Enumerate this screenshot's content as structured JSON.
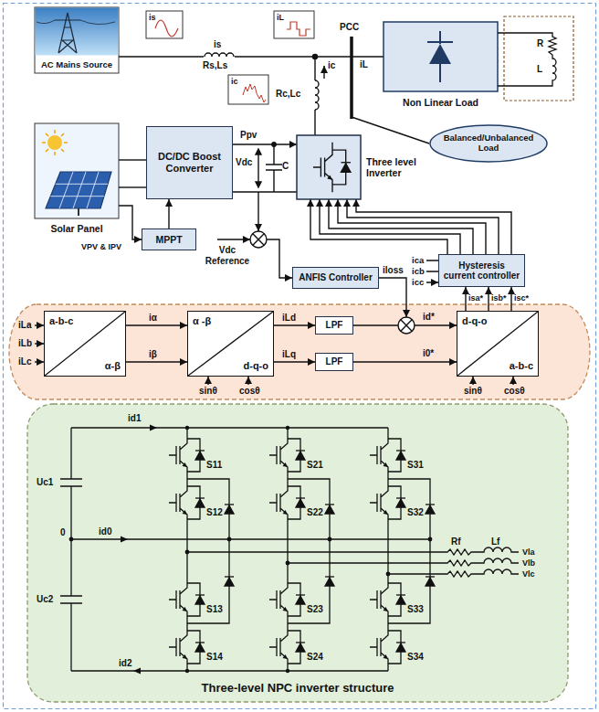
{
  "diagram": {
    "nodes": [
      {
        "text": [
          "AC Mains Source"
        ]
      },
      {
        "text": [
          "Non Linear Load"
        ]
      },
      {
        "text": [
          "Solar Panel"
        ]
      },
      {
        "text": [
          "DC/DC Boost Converter"
        ]
      },
      {
        "text": [
          "Three level Inverter"
        ]
      },
      {
        "text": [
          "Balanced/Unbalanced Load"
        ]
      },
      {
        "text": [
          "MPPT"
        ]
      },
      {
        "text": [
          "ANFIS Controller"
        ]
      },
      {
        "text": [
          "Hysteresis current controller"
        ]
      },
      {
        "text": [
          "a-b-c",
          "α-β"
        ]
      },
      {
        "text": [
          "α -β",
          "d-q-o"
        ]
      },
      {
        "text": [
          "LPF"
        ]
      },
      {
        "text": [
          "LPF"
        ]
      },
      {
        "text": [
          "d-q-o",
          "a-b-c"
        ]
      },
      {
        "text": [
          "Three-level NPC inverter structure"
        ]
      }
    ],
    "edges": [
      {
        "from": 0,
        "to": 1,
        "arrow": "none"
      },
      {
        "from": 2,
        "to": 3,
        "arrow": "none"
      },
      {
        "from": 2,
        "to": 6,
        "label": "VPV & IPV",
        "arrow": "to"
      },
      {
        "from": 6,
        "to": 3,
        "arrow": "to"
      },
      {
        "from": 3,
        "to": 4,
        "label": "Ppv",
        "arrow": "to"
      },
      {
        "from": 8,
        "to": 4,
        "arrow": "to"
      },
      {
        "from": 9,
        "to": 10,
        "label": "iα",
        "arrow": "to"
      },
      {
        "from": 9,
        "to": 10,
        "label": "iβ",
        "arrow": "to"
      },
      {
        "from": 10,
        "to": 11,
        "label": "iLd",
        "arrow": "to"
      },
      {
        "from": 10,
        "to": 12,
        "label": "iLq",
        "arrow": "to"
      },
      {
        "from": 11,
        "to": 13,
        "label": "id*",
        "arrow": "to"
      },
      {
        "from": 12,
        "to": 13,
        "label": "i0*",
        "arrow": "to"
      },
      {
        "from": 13,
        "to": 8,
        "arrow": "to"
      }
    ],
    "labels": [
      "is",
      "is",
      "Rs,Ls",
      "iL",
      "iL",
      "ic",
      "ic",
      "Rc,Lc",
      "PCC",
      "R",
      "L",
      "Vdc",
      "C",
      "Vdc Reference",
      "iloss",
      "ica",
      "icb",
      "icc",
      "isa*",
      "isb*",
      "isc*",
      "iLa",
      "iLb",
      "iLc",
      "sinθ",
      "cosθ",
      "sinθ",
      "cosθ",
      "id1",
      "Uc1",
      "0",
      "id0",
      "Uc2",
      "id2",
      "S11",
      "S21",
      "S31",
      "S12",
      "S22",
      "S32",
      "S13",
      "S23",
      "S33",
      "S14",
      "S24",
      "S34",
      "Rf",
      "Lf",
      "Vla",
      "Vlb",
      "Vlc"
    ]
  }
}
